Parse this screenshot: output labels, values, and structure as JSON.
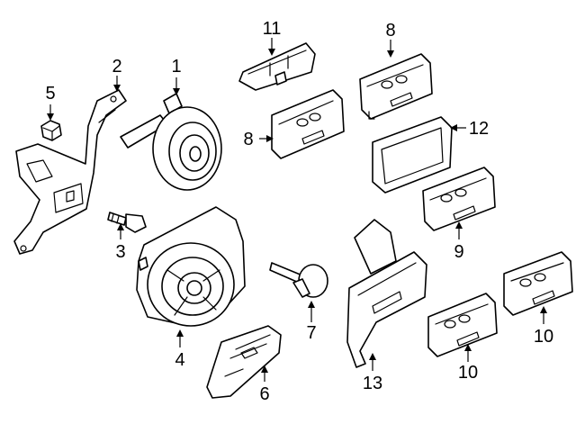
{
  "callouts": {
    "c1": "1",
    "c2": "2",
    "c3": "3",
    "c4": "4",
    "c5": "5",
    "c6": "6",
    "c7": "7",
    "c8a": "8",
    "c8b": "8",
    "c9": "9",
    "c10a": "10",
    "c10b": "10",
    "c11": "11",
    "c12": "12",
    "c13": "13"
  },
  "colors": {
    "line": "#000000",
    "background": "#ffffff"
  }
}
